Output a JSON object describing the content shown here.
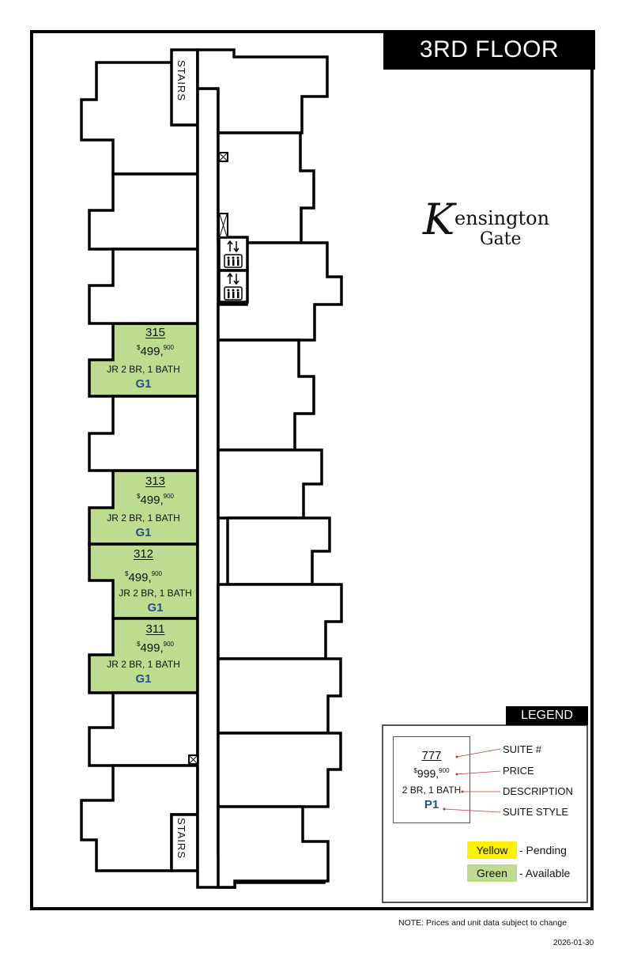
{
  "header": {
    "floor_title": "3RD FLOOR"
  },
  "brand": {
    "initial": "K",
    "rest": "ensington",
    "line2": "Gate"
  },
  "colors": {
    "available": "#bddc8f",
    "pending": "#fff200",
    "style_text": "#2a4d8f"
  },
  "stairs_label": "STAIRS",
  "units": [
    {
      "number": "315",
      "price_symbol": "$",
      "price_main": "499,",
      "price_cents": "900",
      "description": "JR 2 BR, 1 BATH",
      "style": "G1",
      "status": "Available"
    },
    {
      "number": "313",
      "price_symbol": "$",
      "price_main": "499,",
      "price_cents": "900",
      "description": "JR 2 BR, 1 BATH",
      "style": "G1",
      "status": "Available"
    },
    {
      "number": "312",
      "price_symbol": "$",
      "price_main": "499,",
      "price_cents": "900",
      "description": "JR 2 BR, 1 BATH",
      "style": "G1",
      "status": "Available"
    },
    {
      "number": "311",
      "price_symbol": "$",
      "price_main": "499,",
      "price_cents": "900",
      "description": "JR 2 BR, 1 BATH",
      "style": "G1",
      "status": "Available"
    }
  ],
  "legend": {
    "title": "LEGEND",
    "sample": {
      "number": "777",
      "price_symbol": "$",
      "price_main": "999,",
      "price_cents": "900",
      "description": "2 BR, 1 BATH",
      "style": "P1"
    },
    "keys": [
      "SUITE #",
      "PRICE",
      "DESCRIPTION",
      "SUITE STYLE"
    ],
    "status": [
      {
        "label": "Yellow",
        "meaning": "- Pending"
      },
      {
        "label": "Green",
        "meaning": "- Available"
      }
    ]
  },
  "footer": {
    "note": "NOTE: Prices and unit data subject to change",
    "date": "2026-01-30"
  }
}
